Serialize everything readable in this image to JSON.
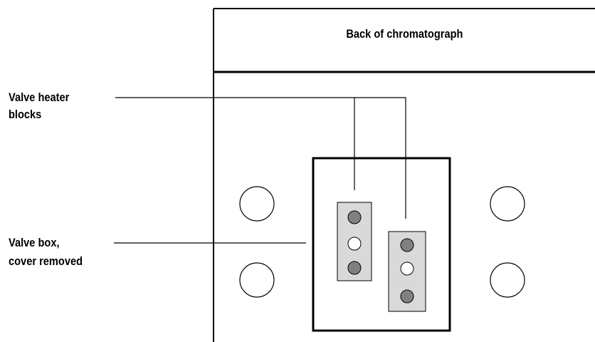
{
  "header": {
    "title": "Back of chromatograph"
  },
  "callouts": {
    "heater_blocks": {
      "line1": "Valve heater",
      "line2": "blocks"
    },
    "valve_box": {
      "line1": "Valve box,",
      "line2": "cover removed"
    }
  },
  "colors": {
    "stroke": "#000000",
    "block_fill": "#d9d9d9",
    "port_dark": "#808080",
    "port_light": "#ffffff"
  }
}
